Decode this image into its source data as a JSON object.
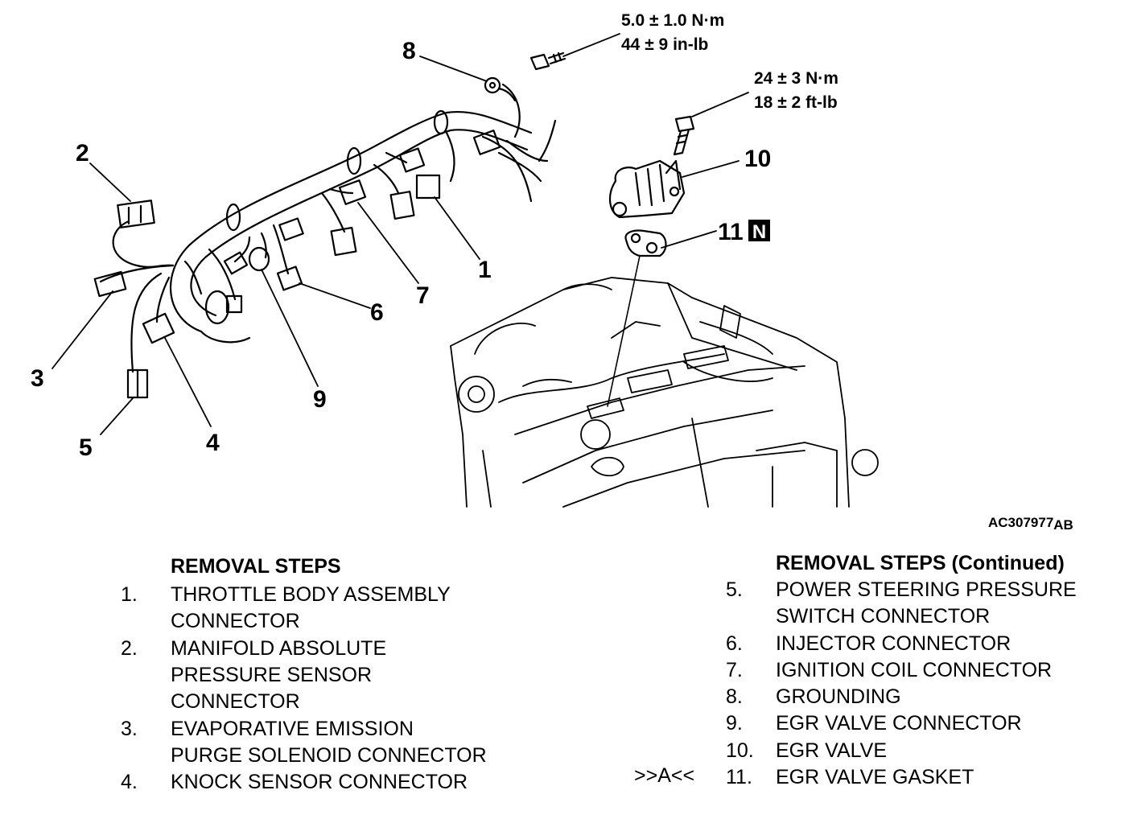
{
  "diagram": {
    "callouts": [
      "1",
      "2",
      "3",
      "4",
      "5",
      "6",
      "7",
      "8",
      "9",
      "10",
      "11"
    ],
    "new_part_badge": "N",
    "torque_bolt_8": {
      "metric": "5.0 ± 1.0 N·m",
      "imperial": "44 ± 9 in-lb"
    },
    "torque_bolt_10": {
      "metric": "24 ± 3 N·m",
      "imperial": "18 ± 2 ft-lb"
    },
    "figure_id": "AC307977",
    "figure_suffix": "AB"
  },
  "left_column": {
    "title": "REMOVAL STEPS",
    "steps": [
      {
        "num": "1.",
        "lines": [
          "THROTTLE BODY ASSEMBLY",
          "CONNECTOR"
        ]
      },
      {
        "num": "2.",
        "lines": [
          "MANIFOLD ABSOLUTE",
          "PRESSURE SENSOR",
          "CONNECTOR"
        ]
      },
      {
        "num": "3.",
        "lines": [
          "EVAPORATIVE EMISSION",
          "PURGE SOLENOID CONNECTOR"
        ]
      },
      {
        "num": "4.",
        "lines": [
          "KNOCK SENSOR CONNECTOR"
        ]
      }
    ]
  },
  "right_column": {
    "title": "REMOVAL STEPS (Continued)",
    "steps": [
      {
        "num": "5.",
        "lines": [
          "POWER STEERING PRESSURE",
          "SWITCH CONNECTOR"
        ]
      },
      {
        "num": "6.",
        "lines": [
          "INJECTOR CONNECTOR"
        ]
      },
      {
        "num": "7.",
        "lines": [
          "IGNITION COIL CONNECTOR"
        ]
      },
      {
        "num": "8.",
        "lines": [
          "GROUNDING"
        ]
      },
      {
        "num": "9.",
        "lines": [
          "EGR VALVE CONNECTOR"
        ]
      },
      {
        "num": "10.",
        "lines": [
          "EGR VALVE"
        ]
      },
      {
        "num": "11.",
        "lines": [
          "EGR VALVE GASKET"
        ],
        "marker": ">>A<<"
      }
    ]
  }
}
